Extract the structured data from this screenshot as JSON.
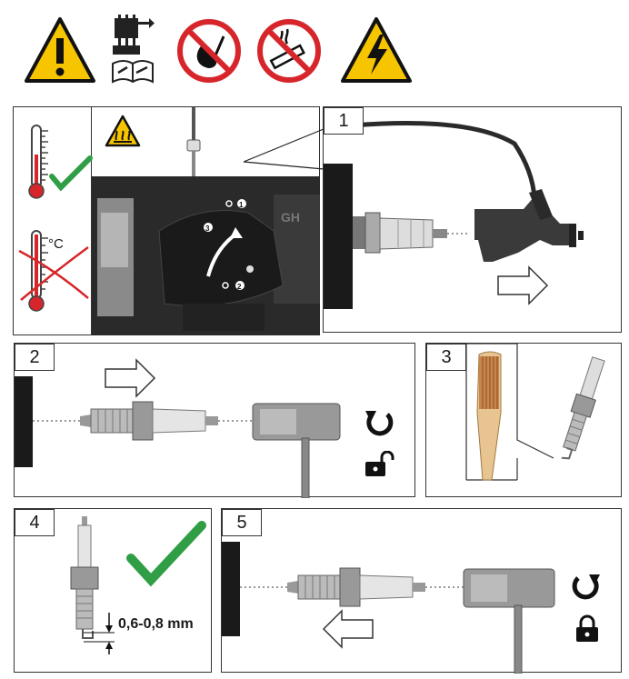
{
  "top_icons": [
    {
      "icon": "warning-exclamation-icon"
    },
    {
      "icon": "read-manual-icon"
    },
    {
      "icon": "no-open-flame-icon"
    },
    {
      "icon": "no-smoking-icon"
    },
    {
      "icon": "electric-shock-warning-icon"
    }
  ],
  "panel_intro": {
    "temperature_unit": "°C",
    "hot_surface_icon": "hot-surface-warning-icon",
    "engine_labels": [
      "1",
      "2",
      "3"
    ]
  },
  "steps": [
    {
      "number": "1",
      "action": "pull-off-spark-plug-cap"
    },
    {
      "number": "2",
      "action": "unscrew-spark-plug",
      "icons": [
        "rotate-counterclockwise-icon",
        "unlock-icon"
      ]
    },
    {
      "number": "3",
      "action": "clean-spark-plug-with-brush"
    },
    {
      "number": "4",
      "action": "check-electrode-gap",
      "gap_label": "0,6-0,8 mm"
    },
    {
      "number": "5",
      "action": "screw-in-spark-plug",
      "icons": [
        "rotate-clockwise-icon",
        "lock-icon"
      ]
    }
  ],
  "colors": {
    "warning_yellow": "#f7c500",
    "prohibition_red": "#d7262b",
    "check_green": "#2f9e44",
    "thermometer_red": "#d7262b"
  }
}
